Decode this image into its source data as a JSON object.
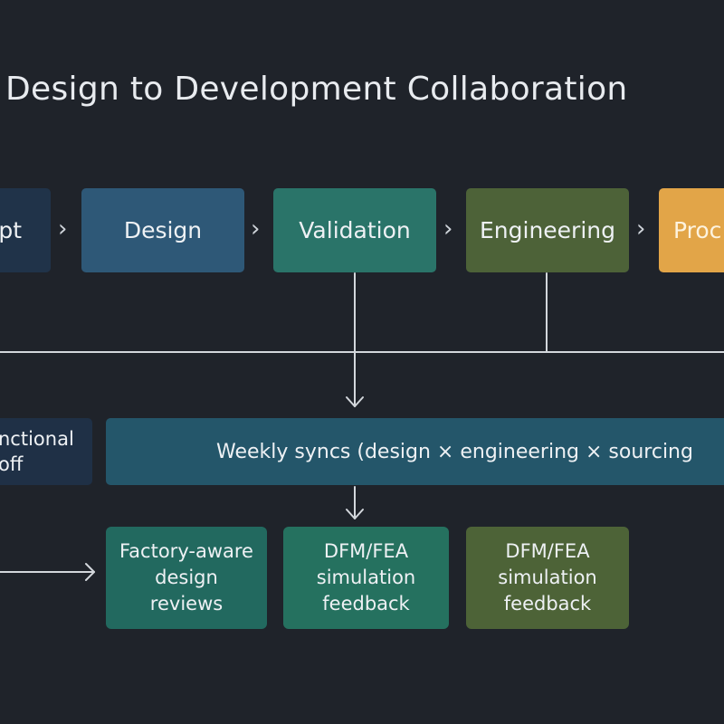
{
  "title": "Design to Development Collaboration",
  "stages": {
    "concept": "pt",
    "design": "Design",
    "validation": "Validation",
    "engineering": "Engineering",
    "production": "Proc"
  },
  "chevron": "›",
  "handoff": {
    "line1": "nctional",
    "line2": "off"
  },
  "sync": "Weekly syncs (design × engineering × sourcing",
  "outputs": {
    "factory": {
      "line1": "Factory-aware",
      "line2": "design",
      "line3": "reviews"
    },
    "dfm_a": {
      "line1": "DFM/FEA",
      "line2": "simulation",
      "line3": "feedback"
    },
    "dfm_b": {
      "line1": "DFM/FEA",
      "line2": "simulation",
      "line3": "feedback"
    }
  },
  "colors": {
    "background": "#1f232a",
    "design": "#2e5877",
    "validation": "#2a7469",
    "engineering": "#4d6238",
    "production": "#e2a548",
    "lines": "#d3d7dc"
  }
}
